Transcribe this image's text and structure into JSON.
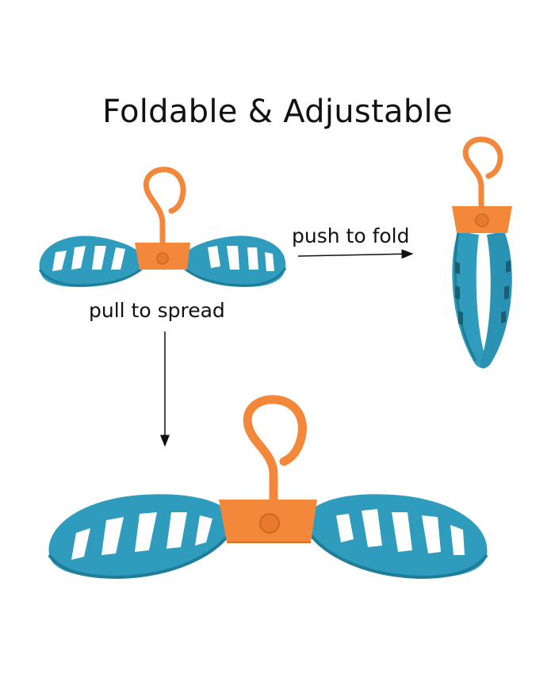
{
  "title": "Foldable & Adjustable",
  "captions": {
    "fold": "push to fold",
    "spread": "pull to spread"
  },
  "colors": {
    "shell": "#2f9cbd",
    "shell_dark": "#1f7d98",
    "hub": "#f3873a",
    "hub_dark": "#d86f24",
    "text": "#111111"
  },
  "figures": [
    "hanger-spread-small-image",
    "hanger-folded-image",
    "hanger-spread-large-image"
  ]
}
